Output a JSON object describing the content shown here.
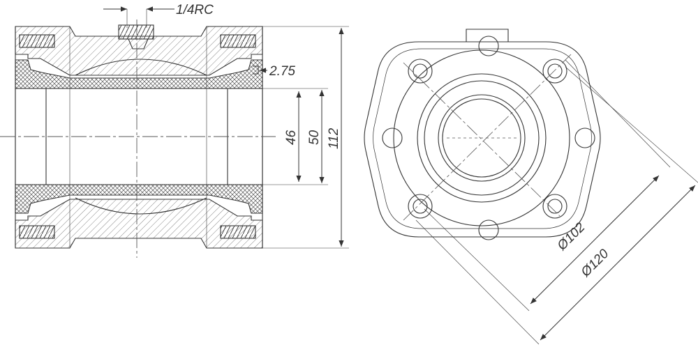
{
  "dimensions": {
    "thread": "1/4RC",
    "lip": "2.75",
    "inner": "46",
    "bore": "50",
    "overall": "112",
    "bolt_circle": "Ø102",
    "flange": "Ø120"
  },
  "colors": {
    "line": "#333333",
    "centerline": "#555555"
  }
}
